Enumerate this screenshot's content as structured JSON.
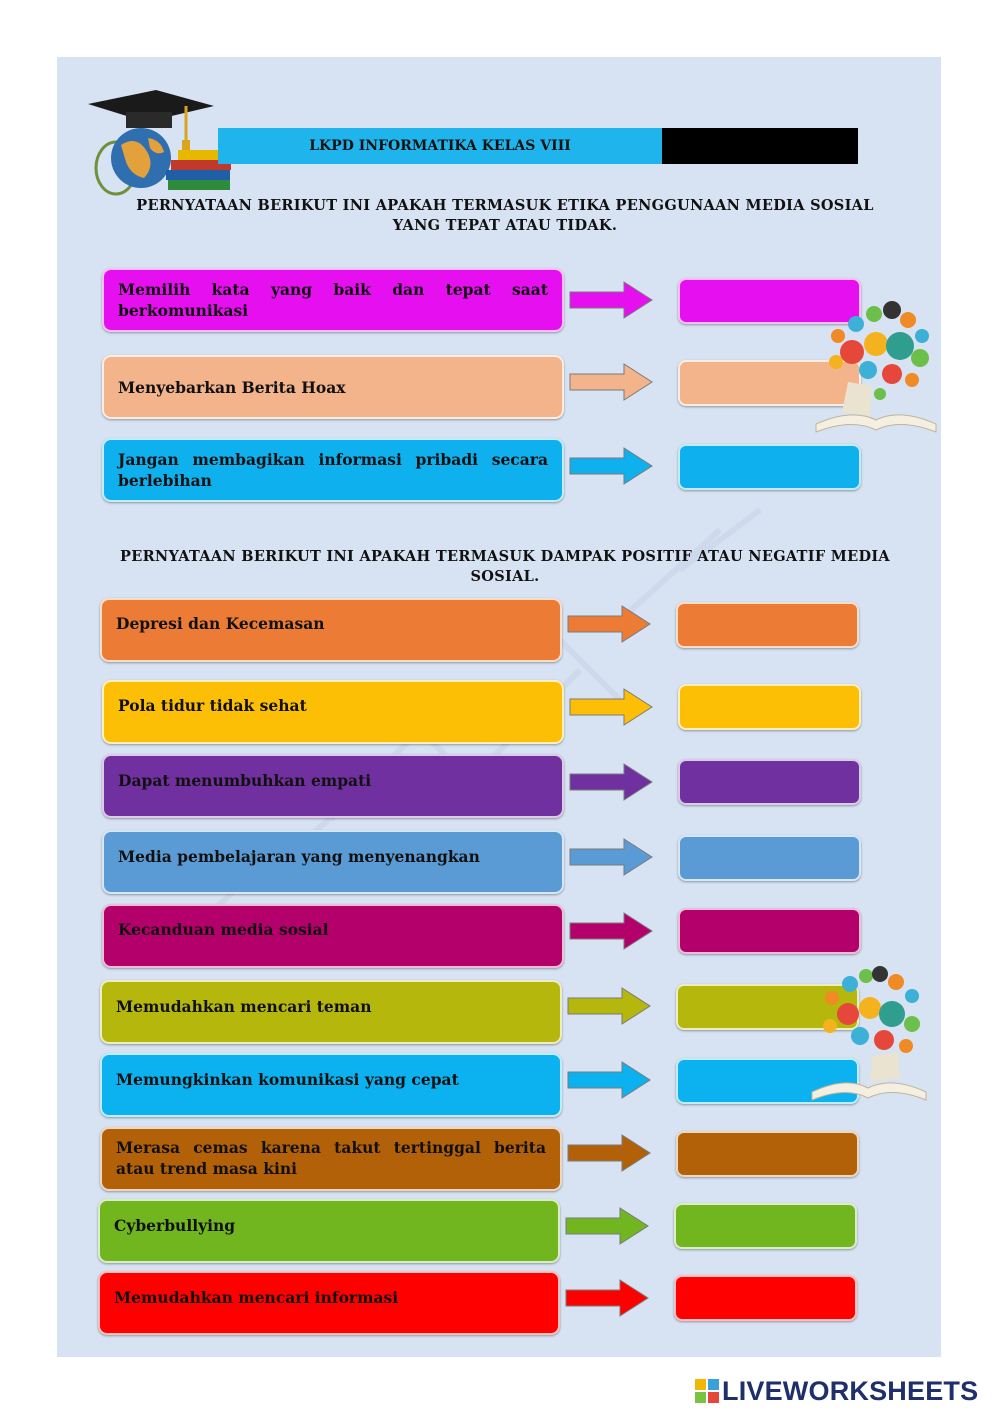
{
  "header": {
    "title": "LKPD INFORMATIKA KELAS VIII"
  },
  "section1": {
    "instruction": "PERNYATAAN BERIKUT INI APAKAH TERMASUK ETIKA PENGGUNAAN MEDIA SOSIAL YANG TEPAT ATAU TIDAK.",
    "items": [
      {
        "text": "Memilih kata yang baik dan tepat saat berkomunikasi",
        "color": "#e60ff0"
      },
      {
        "text": "Menyebarkan Berita Hoax",
        "color": "#f3b38b"
      },
      {
        "text": "Jangan membagikan informasi pribadi secara berlebihan",
        "color": "#0fb0ee"
      }
    ]
  },
  "section2": {
    "instruction": "PERNYATAAN BERIKUT INI APAKAH TERMASUK DAMPAK POSITIF ATAU NEGATIF MEDIA SOSIAL.",
    "items": [
      {
        "text": "Depresi dan Kecemasan",
        "color": "#ec7c35"
      },
      {
        "text": "Pola tidur tidak sehat",
        "color": "#fcbf05"
      },
      {
        "text": "Dapat menumbuhkan empati",
        "color": "#7030a0"
      },
      {
        "text": "Media pembelajaran yang menyenangkan",
        "color": "#5b9bd5"
      },
      {
        "text": "Kecanduan media sosial",
        "color": "#b4006a"
      },
      {
        "text": "Memudahkan mencari teman",
        "color": "#b5b70c"
      },
      {
        "text": "Memungkinkan komunikasi yang cepat",
        "color": "#0cb2ef"
      },
      {
        "text": "Merasa cemas karena takut tertinggal berita atau trend masa kini",
        "color": "#b36109"
      },
      {
        "text": "Cyberbullying",
        "color": "#72b61f"
      },
      {
        "text": "Memudahkan mencari informasi",
        "color": "#ff0000"
      }
    ]
  },
  "footer": {
    "brand": "LIVEWORKSHEETS"
  }
}
